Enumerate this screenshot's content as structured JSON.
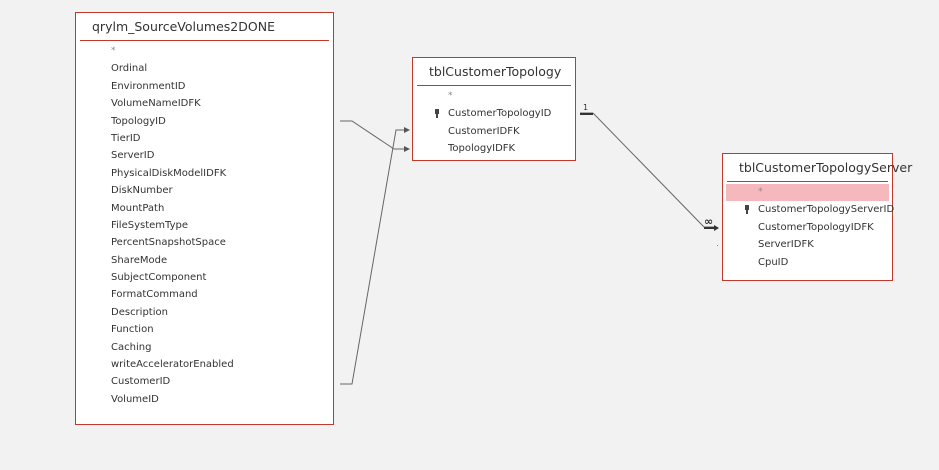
{
  "tables": [
    {
      "name": "qrylm_SourceVolumes2DONE",
      "fields": [
        {
          "label": "*",
          "star": true
        },
        {
          "label": "Ordinal"
        },
        {
          "label": "EnvironmentID"
        },
        {
          "label": "VolumeNameIDFK"
        },
        {
          "label": "TopologyID"
        },
        {
          "label": "TierID"
        },
        {
          "label": "ServerID"
        },
        {
          "label": "PhysicalDiskModelIDFK"
        },
        {
          "label": "DiskNumber"
        },
        {
          "label": "MountPath"
        },
        {
          "label": "FileSystemType"
        },
        {
          "label": "PercentSnapshotSpace"
        },
        {
          "label": "ShareMode"
        },
        {
          "label": "SubjectComponent"
        },
        {
          "label": "FormatCommand"
        },
        {
          "label": "Description"
        },
        {
          "label": "Function"
        },
        {
          "label": "Caching"
        },
        {
          "label": "writeAcceleratorEnabled"
        },
        {
          "label": "CustomerID"
        },
        {
          "label": "VolumeID"
        }
      ]
    },
    {
      "name": "tblCustomerTopology",
      "fields": [
        {
          "label": "*",
          "star": true
        },
        {
          "label": "CustomerTopologyID",
          "key": true
        },
        {
          "label": "CustomerIDFK"
        },
        {
          "label": "TopologyIDFK"
        }
      ]
    },
    {
      "name": "tblCustomerTopologyServer",
      "fields": [
        {
          "label": "*",
          "star": true,
          "selected": true
        },
        {
          "label": "CustomerTopologyServerID",
          "key": true
        },
        {
          "label": "CustomerTopologyIDFK"
        },
        {
          "label": "ServerIDFK"
        },
        {
          "label": "CpuID"
        }
      ]
    }
  ],
  "relationships": [
    {
      "one_symbol": "1",
      "many_symbol": "∞"
    }
  ],
  "colors": {
    "background": "#f2f2f2",
    "table_border": "#c0392b",
    "selected_row": "#f4b8bd",
    "join_line": "#666666"
  }
}
